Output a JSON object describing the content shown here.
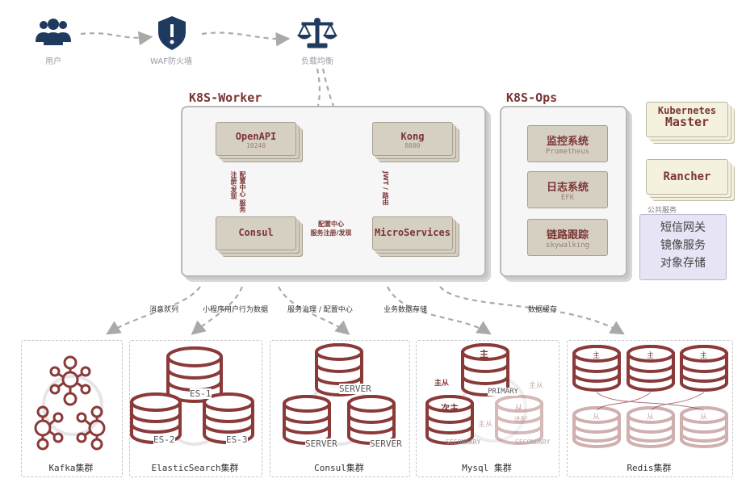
{
  "top_flow": {
    "users_label": "用户",
    "waf_label": "WAF防火墙",
    "lb_label": "负载均衡"
  },
  "k8s_worker": {
    "title": "K8S-Worker",
    "openapi": {
      "name": "OpenAPI",
      "port": "10240"
    },
    "kong": {
      "name": "Kong",
      "port": "8000"
    },
    "consul": {
      "name": "Consul"
    },
    "microservices": {
      "name": "MicroServices"
    },
    "link_openapi_consul": "配置中心 服务注册/发现",
    "link_kong_ms": "JWT / 路由",
    "link_consul_ms_line1": "配置中心",
    "link_consul_ms_line2": "服务注册/发现"
  },
  "k8s_ops": {
    "title": "K8S-Ops",
    "items": [
      {
        "name": "监控系统",
        "sub": "Prometheus"
      },
      {
        "name": "日志系统",
        "sub": "EFK"
      },
      {
        "name": "链路跟踪",
        "sub": "skywalking"
      }
    ]
  },
  "master": {
    "line1": "Kubernetes",
    "line2": "Master"
  },
  "rancher": {
    "name": "Rancher"
  },
  "public_services": {
    "title": "公共服务",
    "items": [
      "短信网关",
      "镜像服务",
      "对象存储"
    ]
  },
  "edges": {
    "mq": "消息队列",
    "behavior": "小程序用户行为数据",
    "governance": "服务治理 / 配置中心",
    "biz_storage": "业务数据存储",
    "cache": "数据缓存"
  },
  "clusters": {
    "kafka": {
      "label": "Kafka集群"
    },
    "es": {
      "label": "ElasticSearch集群",
      "nodes": [
        "ES-1",
        "ES-2",
        "ES-3"
      ]
    },
    "consul": {
      "label": "Consul集群",
      "nodes": [
        "SERVER",
        "SERVER",
        "SERVER"
      ]
    },
    "mysql": {
      "label": "Mysql 集群",
      "primary_mark": "主",
      "primary": "PRIMARY",
      "secondary_mark": "次主",
      "secondary": "SECONDARY",
      "slave_mark": "从",
      "slave_sub": "选配",
      "slave_label": "SECONDARY",
      "rel": "主从"
    },
    "redis": {
      "label": "Redis集群",
      "master_mark": "主",
      "slave_mark": "从"
    }
  },
  "colors": {
    "accent": "#7a3535",
    "card": "#d6d0c3",
    "db": "#8b3a3a",
    "top_icon": "#1f3a5f",
    "public_bg": "#e6e4f5"
  }
}
